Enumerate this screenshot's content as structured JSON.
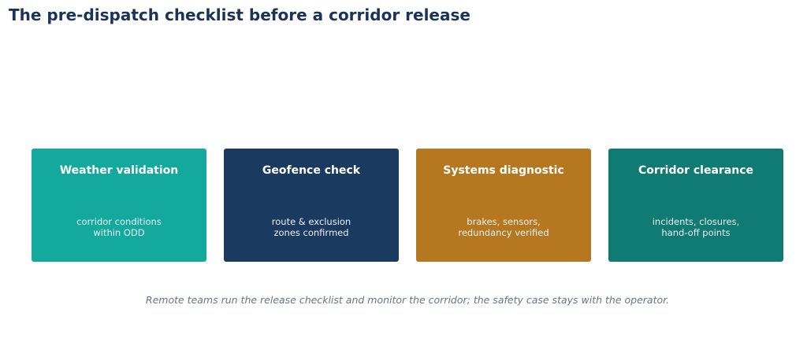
{
  "title": "The pre-dispatch checklist before a corridor release",
  "steps": [
    {
      "title": "Weather validation",
      "desc_lines": [
        "corridor conditions",
        "within ODD"
      ],
      "color": "#14a99d"
    },
    {
      "title": "Geofence check",
      "desc_lines": [
        "route & exclusion",
        "zones confirmed"
      ],
      "color": "#1b3a60"
    },
    {
      "title": "Systems diagnostic",
      "desc_lines": [
        "brakes, sensors,",
        "redundancy verified"
      ],
      "color": "#b5771f"
    },
    {
      "title": "Corridor clearance",
      "desc_lines": [
        "incidents, closures,",
        "hand-off points"
      ],
      "color": "#0f7b73"
    }
  ],
  "footnote": "Remote teams run the release checklist and monitor the corridor; the safety case stays with the operator."
}
